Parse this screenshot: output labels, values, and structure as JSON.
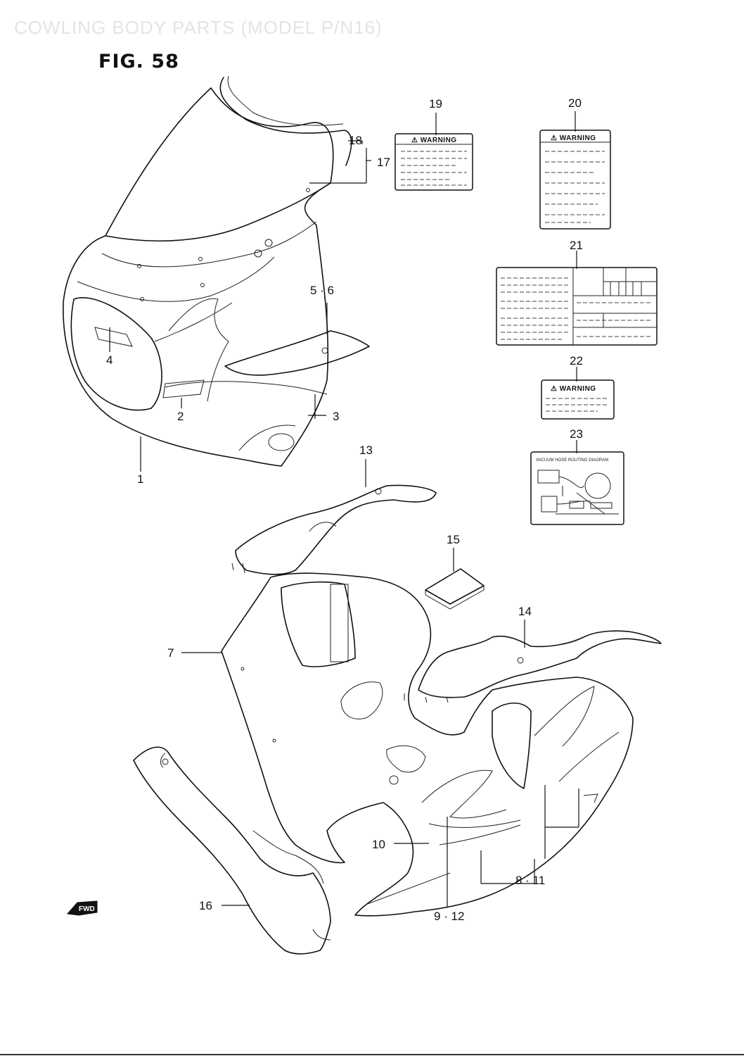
{
  "header": {
    "faded_title": "COWLING BODY PARTS (MODEL P/N16)",
    "figure_label": "FIG. 58"
  },
  "callouts": {
    "c1": "1",
    "c2": "2",
    "c3": "3",
    "c4": "4",
    "c5_6": "5 · 6",
    "c7": "7",
    "c8_11": "8 · 11",
    "c9_12": "9 · 12",
    "c10": "10",
    "c13": "13",
    "c14": "14",
    "c15": "15",
    "c16": "16",
    "c17": "17",
    "c18": "18",
    "c19": "19",
    "c20": "20",
    "c21": "21",
    "c22": "22",
    "c23": "23"
  },
  "labels": {
    "warning_19": "⚠ WARNING",
    "warning_20": "⚠ WARNING",
    "warning_22": "⚠ WARNING",
    "vacuum_23": "VACUUM HOSE ROUTING DIAGRAM"
  },
  "direction_marker": "FWD"
}
